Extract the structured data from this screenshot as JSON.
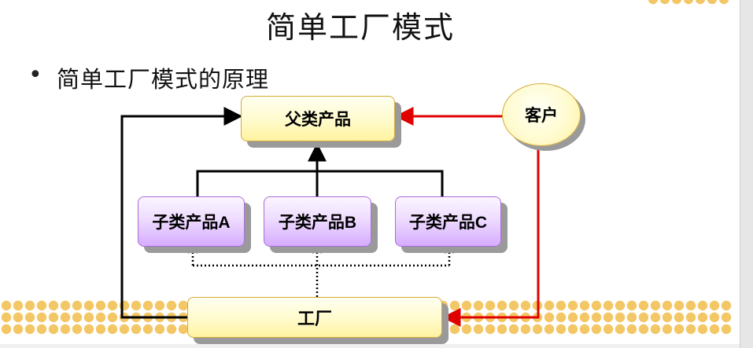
{
  "slide": {
    "title": "简单工厂模式",
    "bullet": "•",
    "bullet_text": "简单工厂模式的原理"
  },
  "diagram": {
    "parent_product": "父类产品",
    "client": "客户",
    "subclass_products": [
      "子类产品A",
      "子类产品B",
      "子类产品C"
    ],
    "factory": "工厂"
  },
  "colors": {
    "connector_black": "#000000",
    "connector_red": "#e00000",
    "dot_gold": "#f3c765"
  }
}
